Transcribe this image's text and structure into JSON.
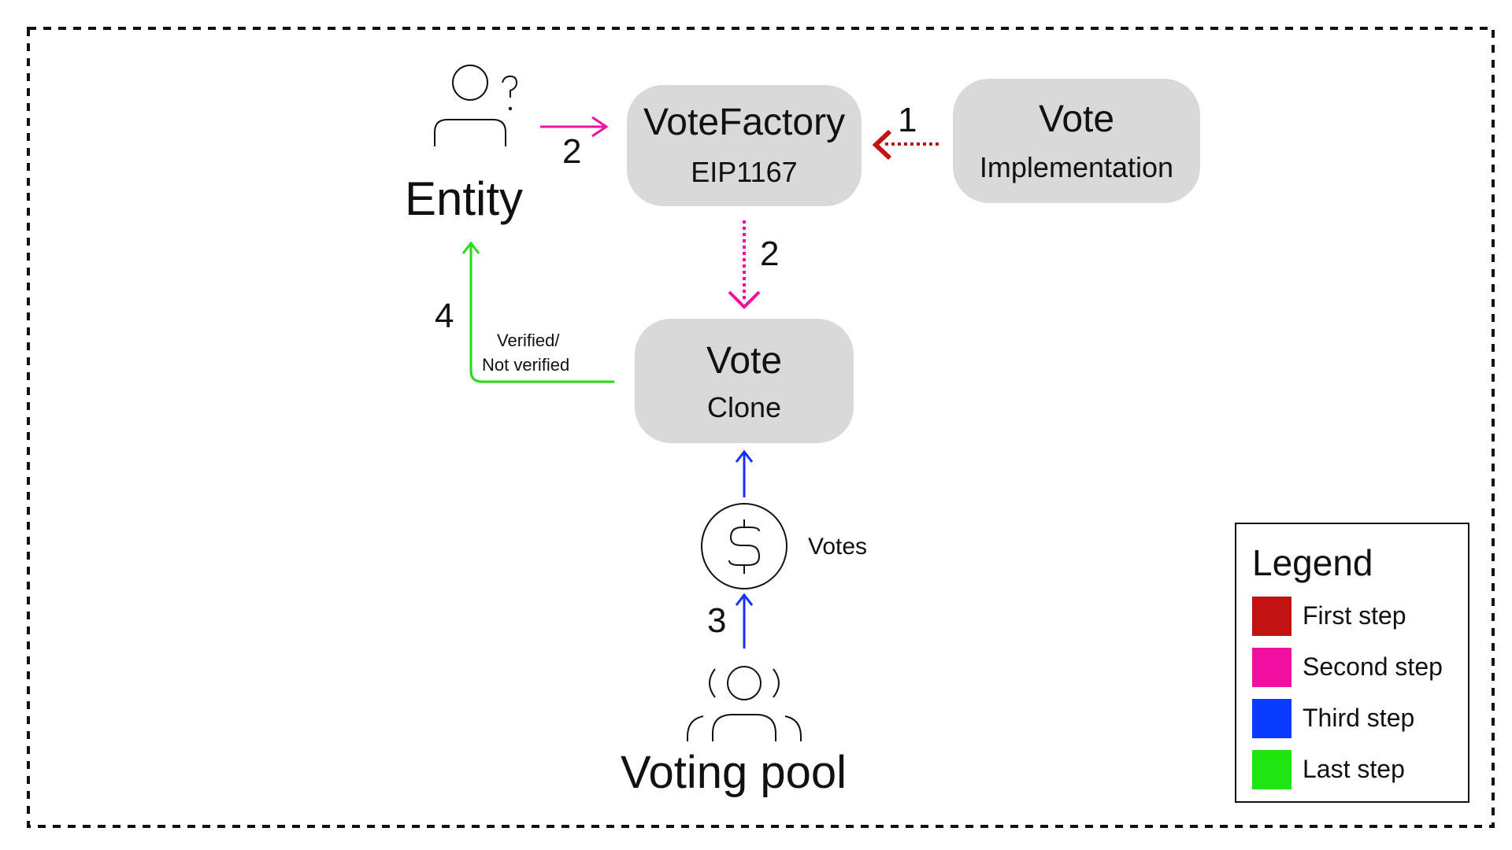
{
  "nodes": {
    "entity": {
      "label": "Entity"
    },
    "vote_factory": {
      "title": "VoteFactory",
      "subtitle": "EIP1167"
    },
    "vote_impl": {
      "title": "Vote",
      "subtitle": "Implementation"
    },
    "vote_clone": {
      "title": "Vote",
      "subtitle": "Clone"
    },
    "votes": {
      "label": "Votes"
    },
    "voting_pool": {
      "label": "Voting pool"
    }
  },
  "edges": {
    "impl_to_factory": {
      "step": "1",
      "color": "#c01515",
      "style": "dotted"
    },
    "entity_to_factory": {
      "step": "2",
      "color": "#f00fa0",
      "style": "solid"
    },
    "factory_to_clone": {
      "step": "2",
      "color": "#f00fa0",
      "style": "dotted"
    },
    "pool_to_votes": {
      "step": "3",
      "color": "#1430ff",
      "style": "solid"
    },
    "votes_to_clone": {
      "color": "#1430ff",
      "style": "solid"
    },
    "clone_to_entity": {
      "step": "4",
      "label_line1": "Verified/",
      "label_line2": "Not verified",
      "color": "#22dd11",
      "style": "solid"
    }
  },
  "legend": {
    "title": "Legend",
    "items": [
      {
        "label": "First step",
        "color": "#c21212"
      },
      {
        "label": "Second step",
        "color": "#f10fa2"
      },
      {
        "label": "Third step",
        "color": "#0a3cff"
      },
      {
        "label": "Last step",
        "color": "#1fe611"
      }
    ]
  },
  "icons": {
    "entity": "person-question-icon",
    "votes": "dollar-coin-icon",
    "voting_pool": "group-icon"
  }
}
